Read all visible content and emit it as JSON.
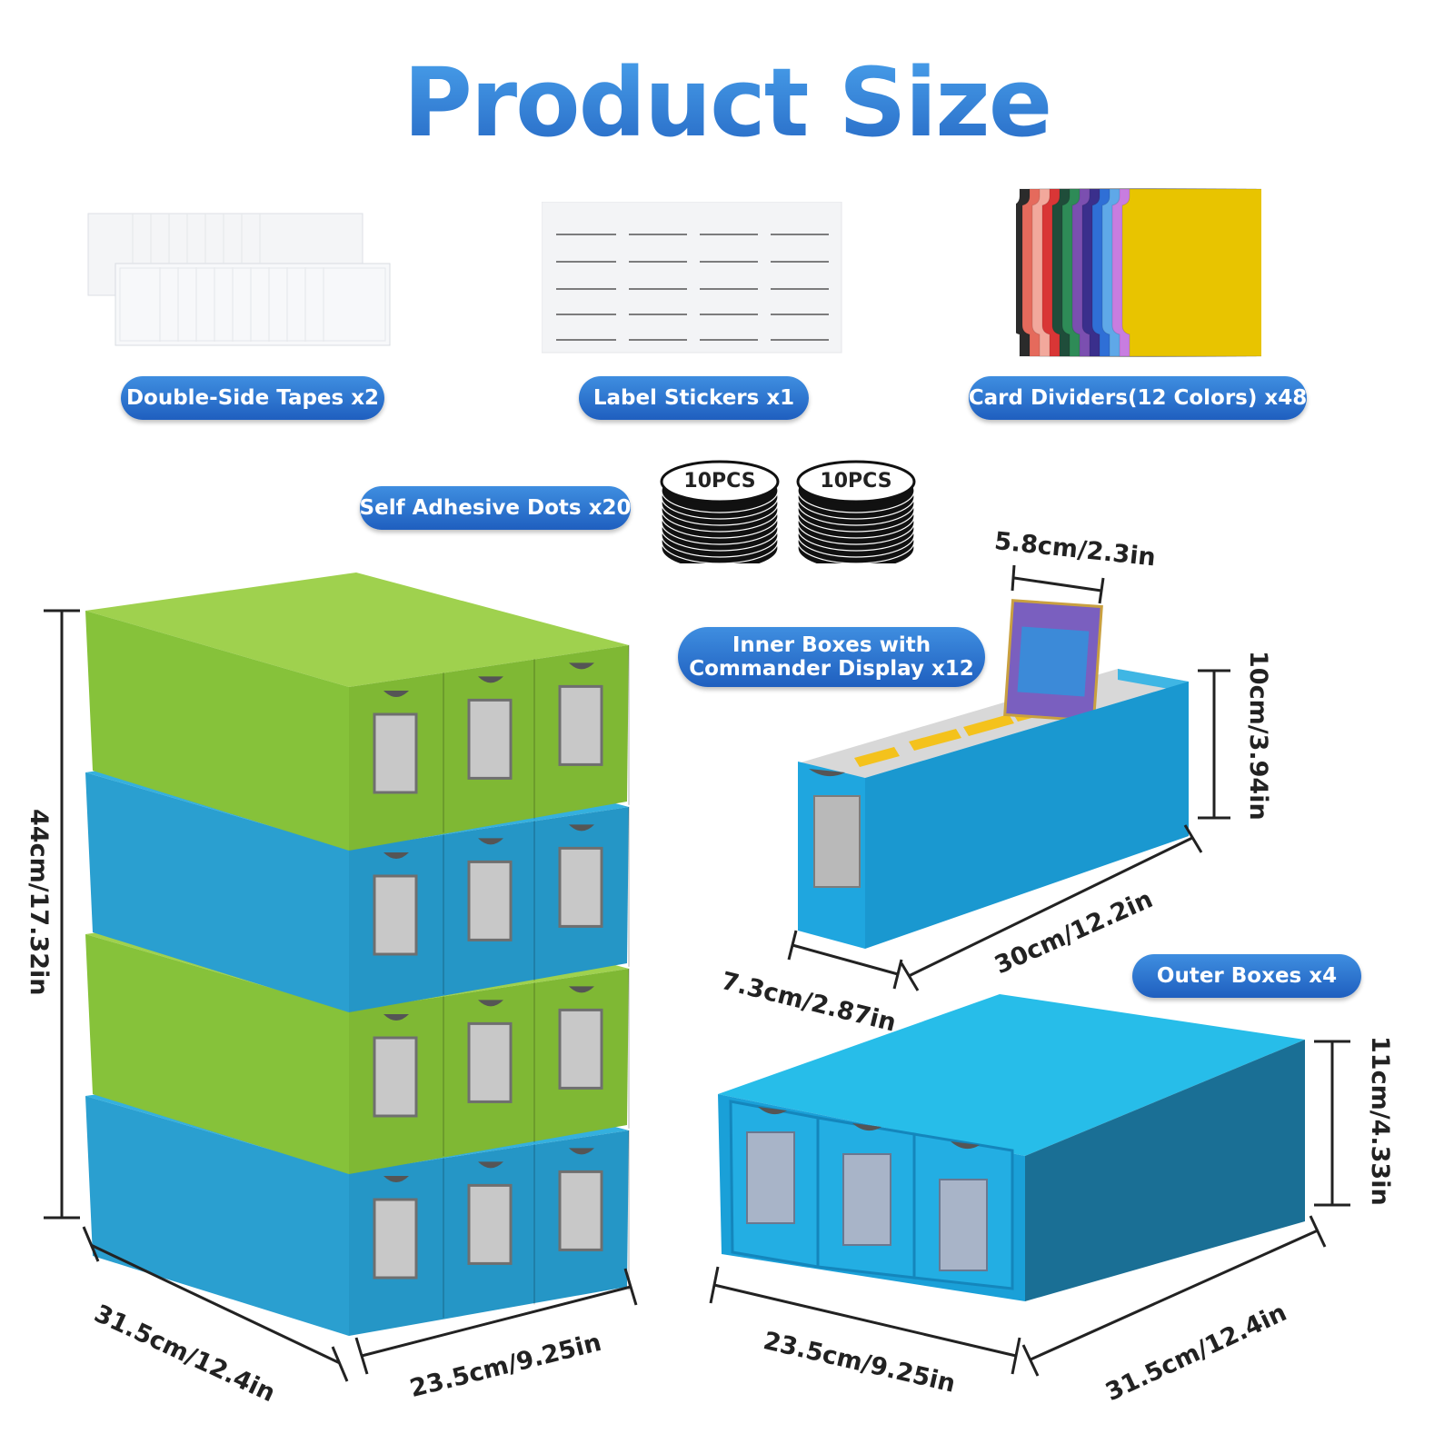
{
  "title": "Product Size",
  "accessories": {
    "tapes_label": "Double-Side Tapes x2",
    "stickers_label": "Label Stickers x1",
    "dividers_label": "Card Dividers(12 Colors) x48",
    "dots_label": "Self Adhesive Dots x20",
    "dots_stack_1": "10PCS",
    "dots_stack_2": "10PCS",
    "divider_colors": [
      "#2b2b2b",
      "#e56a5c",
      "#f2a89c",
      "#d93636",
      "#1f4d3a",
      "#2e8b57",
      "#7b4fb0",
      "#3a2f8c",
      "#2f6fd6",
      "#5fa8e8",
      "#c87de0",
      "#e8c400"
    ]
  },
  "inner_box": {
    "label_line1": "Inner Boxes with",
    "label_line2": "Commander Display x12",
    "width_dim": "5.8cm/2.3in",
    "height_dim": "10cm/3.94in",
    "length_dim": "30cm/12.2in",
    "depth_dim": "7.3cm/2.87in"
  },
  "outer_box": {
    "label": "Outer Boxes x4",
    "height_dim": "11cm/4.33in",
    "width_dim": "23.5cm/9.25in",
    "depth_dim": "31.5cm/12.4in"
  },
  "stack": {
    "height_dim": "44cm/17.32in",
    "depth_dim": "31.5cm/12.4in",
    "width_dim": "23.5cm/9.25in",
    "colors": [
      "#8cc63f",
      "#2aa8d8",
      "#8cc63f",
      "#2aa8d8"
    ]
  },
  "colors": {
    "accent_blue": "#2f7fd3",
    "green": "#8cc63f",
    "blue": "#2aa8d8",
    "divider_yellow": "#e8c400"
  }
}
